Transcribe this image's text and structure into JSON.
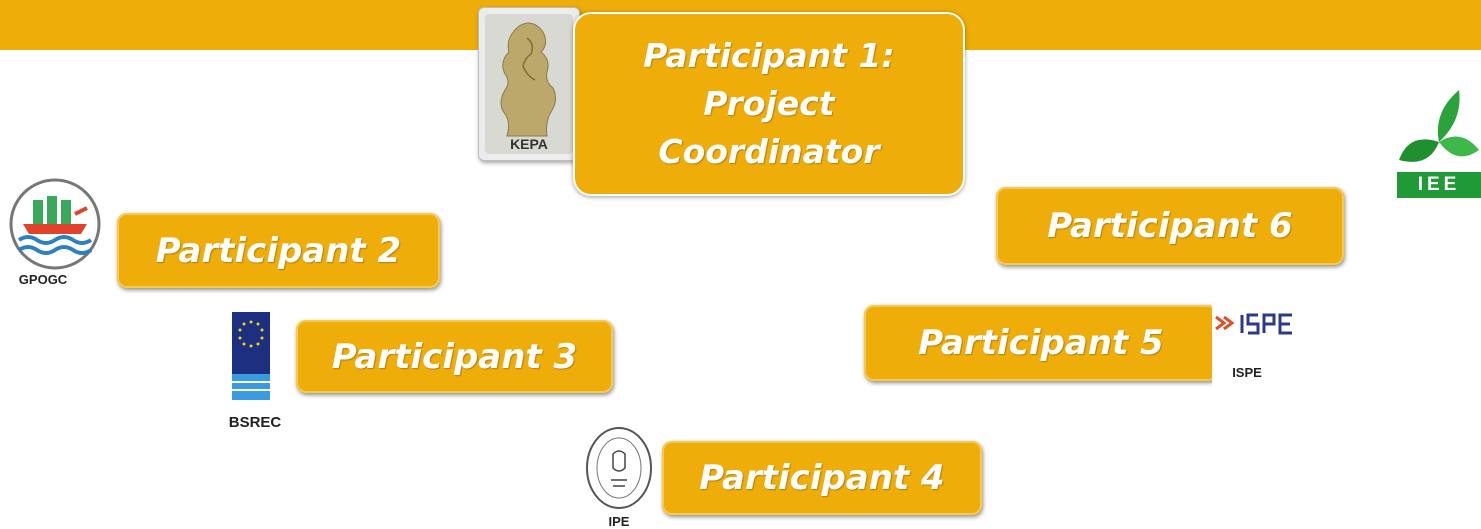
{
  "header_bar": {
    "color": "#efad09"
  },
  "coordinator": {
    "lines": [
      "Participant 1:",
      "Project",
      "Coordinator"
    ],
    "logo_caption": "KEPA"
  },
  "participants": [
    {
      "label": "Participant 2",
      "logo_caption": "GPOGC",
      "logo_icon": "offshore-platform-icon"
    },
    {
      "label": "Participant 3",
      "logo_caption": "BSREC",
      "logo_icon": "eu-stars-flag-icon"
    },
    {
      "label": "Participant 4",
      "logo_caption": "IPE",
      "logo_icon": "seal-icon"
    },
    {
      "label": "Participant 5",
      "logo_caption": "ISPE",
      "logo_icon": "ispe-logo-icon"
    },
    {
      "label": "Participant 6"
    }
  ],
  "iee_logo": {
    "text": "IEE",
    "icon": "leaf-triad-icon"
  },
  "colors": {
    "box": "#efad09",
    "text": "#ffffff",
    "iee_green": "#1f9a36",
    "eu_blue": "#1d2f80"
  }
}
